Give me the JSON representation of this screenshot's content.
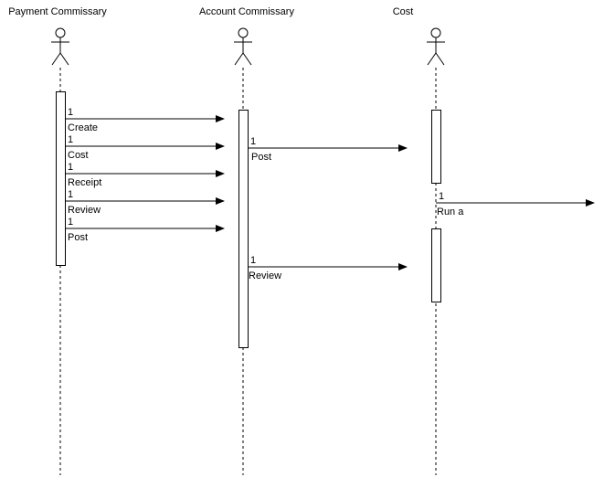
{
  "actors": [
    {
      "id": "payment",
      "name": "Payment Commissary"
    },
    {
      "id": "account",
      "name": "Account Commissary"
    },
    {
      "id": "cost",
      "name": "Cost"
    }
  ],
  "messages": [
    {
      "from": "payment",
      "to": "account",
      "seq": "1",
      "label": "Create"
    },
    {
      "from": "payment",
      "to": "account",
      "seq": "1",
      "label": "Cost"
    },
    {
      "from": "payment",
      "to": "account",
      "seq": "1",
      "label": "Receipt"
    },
    {
      "from": "payment",
      "to": "account",
      "seq": "1",
      "label": "Review"
    },
    {
      "from": "payment",
      "to": "account",
      "seq": "1",
      "label": "Post"
    },
    {
      "from": "account",
      "to": "cost",
      "seq": "1",
      "label": "Post"
    },
    {
      "from": "cost",
      "to": "offscreen",
      "seq": "1",
      "label": "Run a"
    },
    {
      "from": "account",
      "to": "cost",
      "seq": "1",
      "label": "Review"
    }
  ]
}
